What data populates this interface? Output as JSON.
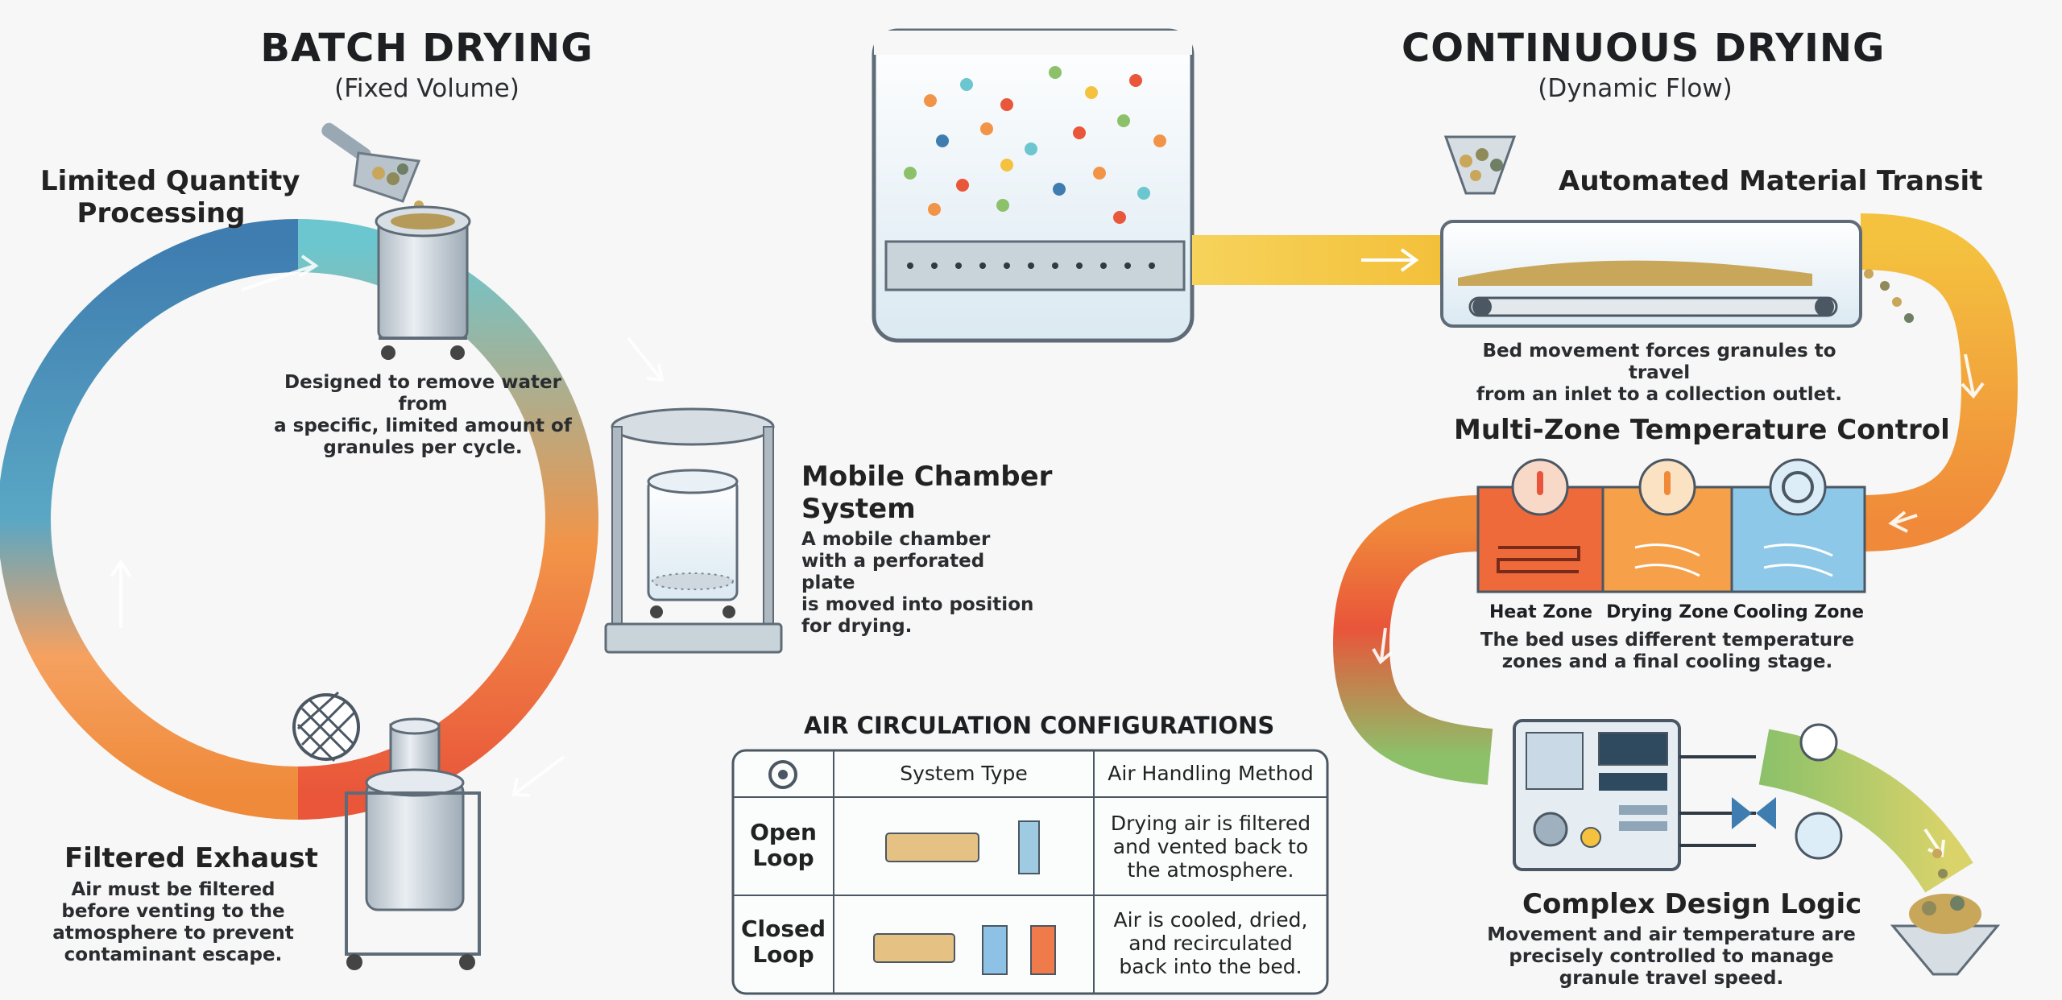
{
  "batch": {
    "title": "BATCH DRYING",
    "subtitle": "(Fixed Volume)",
    "steps": [
      {
        "label_lines": [
          "Limited Quantity",
          "Processing"
        ],
        "desc_lines": [
          "Designed to remove water from",
          "a specific, limited amount of",
          "granules per cycle."
        ]
      },
      {
        "label_lines": [
          "Mobile Chamber",
          "System"
        ],
        "desc_lines": [
          "A mobile chamber",
          "with a perforated plate",
          "is moved into position",
          "for drying."
        ]
      },
      {
        "label_lines": [
          "Filtered Exhaust"
        ],
        "desc_lines": [
          "Air must be filtered",
          "before venting to the",
          "atmosphere to prevent",
          "contaminant escape."
        ]
      }
    ]
  },
  "continuous": {
    "title": "CONTINUOUS DRYING",
    "subtitle": "(Dynamic Flow)",
    "transit": {
      "label": "Automated Material Transit",
      "desc_lines": [
        "Bed movement forces granules to travel",
        "from an inlet to a collection outlet."
      ]
    },
    "zones": {
      "label": "Multi-Zone Temperature Control",
      "names": [
        "Heat Zone",
        "Drying Zone",
        "Cooling Zone"
      ],
      "desc_lines": [
        "The bed uses different temperature",
        "zones and a final cooling stage."
      ]
    },
    "logic": {
      "label": "Complex Design Logic",
      "desc_lines": [
        "Movement and air temperature are",
        "precisely controlled to manage",
        "granule travel speed."
      ]
    }
  },
  "air_table": {
    "title": "AIR CIRCULATION CONFIGURATIONS",
    "headers": [
      "System Type",
      "Air Handling Method"
    ],
    "rows": [
      {
        "type_lines": [
          "Open",
          "Loop"
        ],
        "method_lines": [
          "Drying air is filtered",
          "and vented back to",
          "the atmosphere."
        ]
      },
      {
        "type_lines": [
          "Closed",
          "Loop"
        ],
        "method_lines": [
          "Air is cooled, dried,",
          "and recirculated",
          "back into the bed."
        ]
      }
    ]
  },
  "colors": {
    "blue": "#3e7cb0",
    "teal": "#6cc0cc",
    "orange": "#f08a3a",
    "red": "#e9553a",
    "yellow": "#f4c23f",
    "green": "#8cc16a",
    "granule_gold": "#c9a75a",
    "metal": "#c9d3da"
  }
}
